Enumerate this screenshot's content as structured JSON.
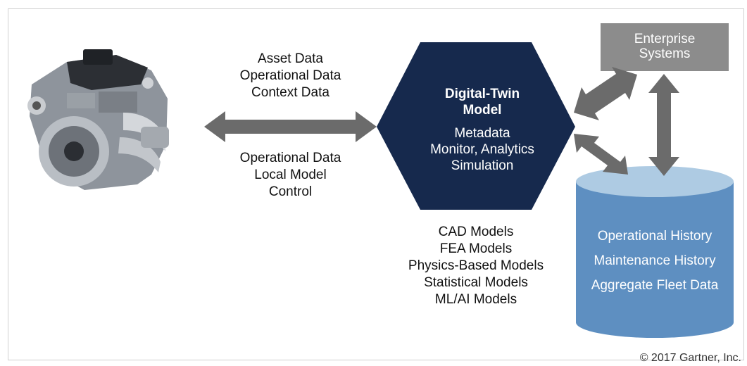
{
  "left_labels_top": [
    "Asset Data",
    "Operational Data",
    "Context Data"
  ],
  "left_labels_bottom": [
    "Operational Data",
    "Local Model",
    "Control"
  ],
  "twin": {
    "title_line1": "Digital-Twin",
    "title_line2": "Model",
    "items": [
      "Metadata",
      "Monitor, Analytics",
      "Simulation"
    ],
    "color": "#16294d"
  },
  "models": [
    "CAD Models",
    "FEA Models",
    "Physics-Based Models",
    "Statistical Models",
    "ML/AI Models"
  ],
  "enterprise": {
    "line1": "Enterprise",
    "line2": "Systems",
    "color": "#8c8c8c"
  },
  "database": {
    "items": [
      "Operational History",
      "Maintenance History",
      "Aggregate Fleet Data"
    ],
    "color": "#5e8fc1",
    "top_color": "#aecbe3"
  },
  "arrow_color": "#6b6b6b",
  "copyright": "© 2017 Gartner, Inc."
}
